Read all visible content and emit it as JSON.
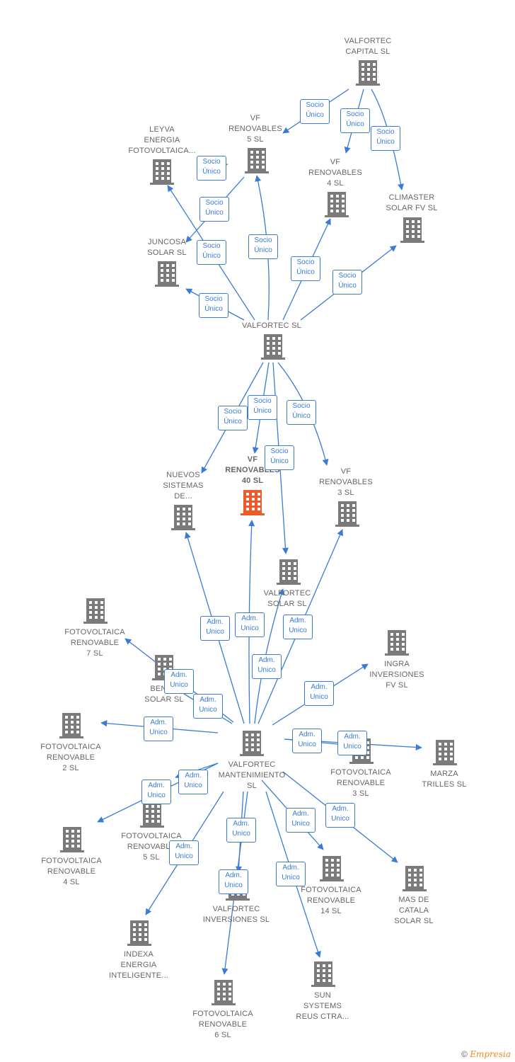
{
  "colors": {
    "edge": "#3a7bd5",
    "building": "#7a7a7a",
    "focus_building": "#f05a28",
    "label": "#666666"
  },
  "nodes": [
    {
      "id": "vf40",
      "label": "VF\nRENOVABLES\n40 SL",
      "focus": true
    },
    {
      "id": "capital",
      "label": "VALFORTEC\nCAPITAL SL"
    },
    {
      "id": "vf5",
      "label": "VF\nRENOVABLES\n5 SL"
    },
    {
      "id": "leyva",
      "label": "LEYVA\nENERGIA\nFOTOVOLTAICA..."
    },
    {
      "id": "vf4",
      "label": "VF\nRENOVABLES\n4 SL"
    },
    {
      "id": "climaster",
      "label": "CLIMASTER\nSOLAR FV SL"
    },
    {
      "id": "juncosa",
      "label": "JUNCOSA\nSOLAR SL"
    },
    {
      "id": "valfortec",
      "label": "VALFORTEC SL"
    },
    {
      "id": "nuevos",
      "label": "NUEVOS\nSISTEMAS\nDE..."
    },
    {
      "id": "vf3",
      "label": "VF\nRENOVABLES\n3 SL"
    },
    {
      "id": "vsolar",
      "label": "VALFORTEC\nSOLAR SL"
    },
    {
      "id": "fr7",
      "label": "FOTOVOLTAICA\nRENOVABLE\n7 SL"
    },
    {
      "id": "ingra",
      "label": "INGRA\nINVERSIONES\nFV SL"
    },
    {
      "id": "benl",
      "label": "BENL...\nSOLAR SL"
    },
    {
      "id": "fr2",
      "label": "FOTOVOLTAICA\nRENOVABLE\n2 SL"
    },
    {
      "id": "mant",
      "label": "VALFORTEC\nMANTENIMIENTO\nSL"
    },
    {
      "id": "fr3",
      "label": "FOTOVOLTAICA\nRENOVABLE\n3 SL"
    },
    {
      "id": "marza",
      "label": "MARZA\nTRILLES SL"
    },
    {
      "id": "fr5",
      "label": "FOTOVOLTAICA\nRENOVABLE\n5 SL"
    },
    {
      "id": "fr4",
      "label": "FOTOVOLTAICA\nRENOVABLE\n4 SL"
    },
    {
      "id": "fr14",
      "label": "FOTOVOLTAICA\nRENOVABLE\n14 SL"
    },
    {
      "id": "mas",
      "label": "MAS DE\nCATALA\nSOLAR SL"
    },
    {
      "id": "vinv",
      "label": "VALFORTEC\nINVERSIONES SL"
    },
    {
      "id": "indexa",
      "label": "INDEXA\nENERGIA\nINTELIGENTE..."
    },
    {
      "id": "sun",
      "label": "SUN\nSYSTEMS\nREUS CTRA..."
    },
    {
      "id": "fr6",
      "label": "FOTOVOLTAICA\nRENOVABLE\n6 SL"
    }
  ],
  "edges": [
    {
      "from": "capital",
      "to": "vf5",
      "label": "Socio\nÚnico"
    },
    {
      "from": "capital",
      "to": "vf4",
      "label": "Socio\nÚnico"
    },
    {
      "from": "capital",
      "to": "climaster",
      "label": "Socio\nÚnico"
    },
    {
      "from": "vf5",
      "to": "juncosa",
      "label": "Socio\nÚnico"
    },
    {
      "from": "vf5",
      "to": "leyva",
      "label": "Socio\nÚnico"
    },
    {
      "from": "valfortec",
      "to": "leyva",
      "label": "Socio\nÚnico"
    },
    {
      "from": "valfortec",
      "to": "vf5",
      "label": "Socio\nÚnico"
    },
    {
      "from": "valfortec",
      "to": "vf4",
      "label": "Socio\nÚnico"
    },
    {
      "from": "valfortec",
      "to": "climaster",
      "label": "Socio\nÚnico"
    },
    {
      "from": "valfortec",
      "to": "juncosa",
      "label": "Socio\nÚnico"
    },
    {
      "from": "valfortec",
      "to": "nuevos",
      "label": "Socio\nÚnico"
    },
    {
      "from": "valfortec",
      "to": "vf40",
      "label": "Socio\nÚnico"
    },
    {
      "from": "valfortec",
      "to": "vf3",
      "label": "Socio\nÚnico"
    },
    {
      "from": "valfortec",
      "to": "vsolar",
      "label": "Socio\nÚnico"
    },
    {
      "from": "mant",
      "to": "nuevos",
      "label": "Adm.\nUnico"
    },
    {
      "from": "mant",
      "to": "vf40",
      "label": "Adm.\nUnico"
    },
    {
      "from": "mant",
      "to": "vf3",
      "label": "Adm.\nUnico"
    },
    {
      "from": "mant",
      "to": "vsolar",
      "label": "Adm.\nUnico"
    },
    {
      "from": "mant",
      "to": "fr7",
      "label": "Adm.\nUnico"
    },
    {
      "from": "mant",
      "to": "benl",
      "label": "Adm.\nUnico"
    },
    {
      "from": "mant",
      "to": "ingra",
      "label": "Adm.\nUnico"
    },
    {
      "from": "mant",
      "to": "fr2",
      "label": "Adm.\nUnico"
    },
    {
      "from": "mant",
      "to": "fr3",
      "label": "Adm.\nUnico"
    },
    {
      "from": "mant",
      "to": "marza",
      "label": "Adm.\nUnico"
    },
    {
      "from": "mant",
      "to": "fr5",
      "label": "Adm.\nUnico"
    },
    {
      "from": "mant",
      "to": "fr4",
      "label": "Adm.\nUnico"
    },
    {
      "from": "mant",
      "to": "indexa",
      "label": "Adm.\nUnico"
    },
    {
      "from": "mant",
      "to": "vinv",
      "label": "Adm.\nUnico"
    },
    {
      "from": "mant",
      "to": "fr6",
      "label": "Adm.\nUnico"
    },
    {
      "from": "mant",
      "to": "fr14",
      "label": "Adm.\nUnico"
    },
    {
      "from": "mant",
      "to": "mas",
      "label": "Adm.\nUnico"
    },
    {
      "from": "mant",
      "to": "sun",
      "label": "Adm.\nUnico"
    }
  ],
  "copyright": {
    "symbol": "©",
    "brand": "Empresia"
  }
}
